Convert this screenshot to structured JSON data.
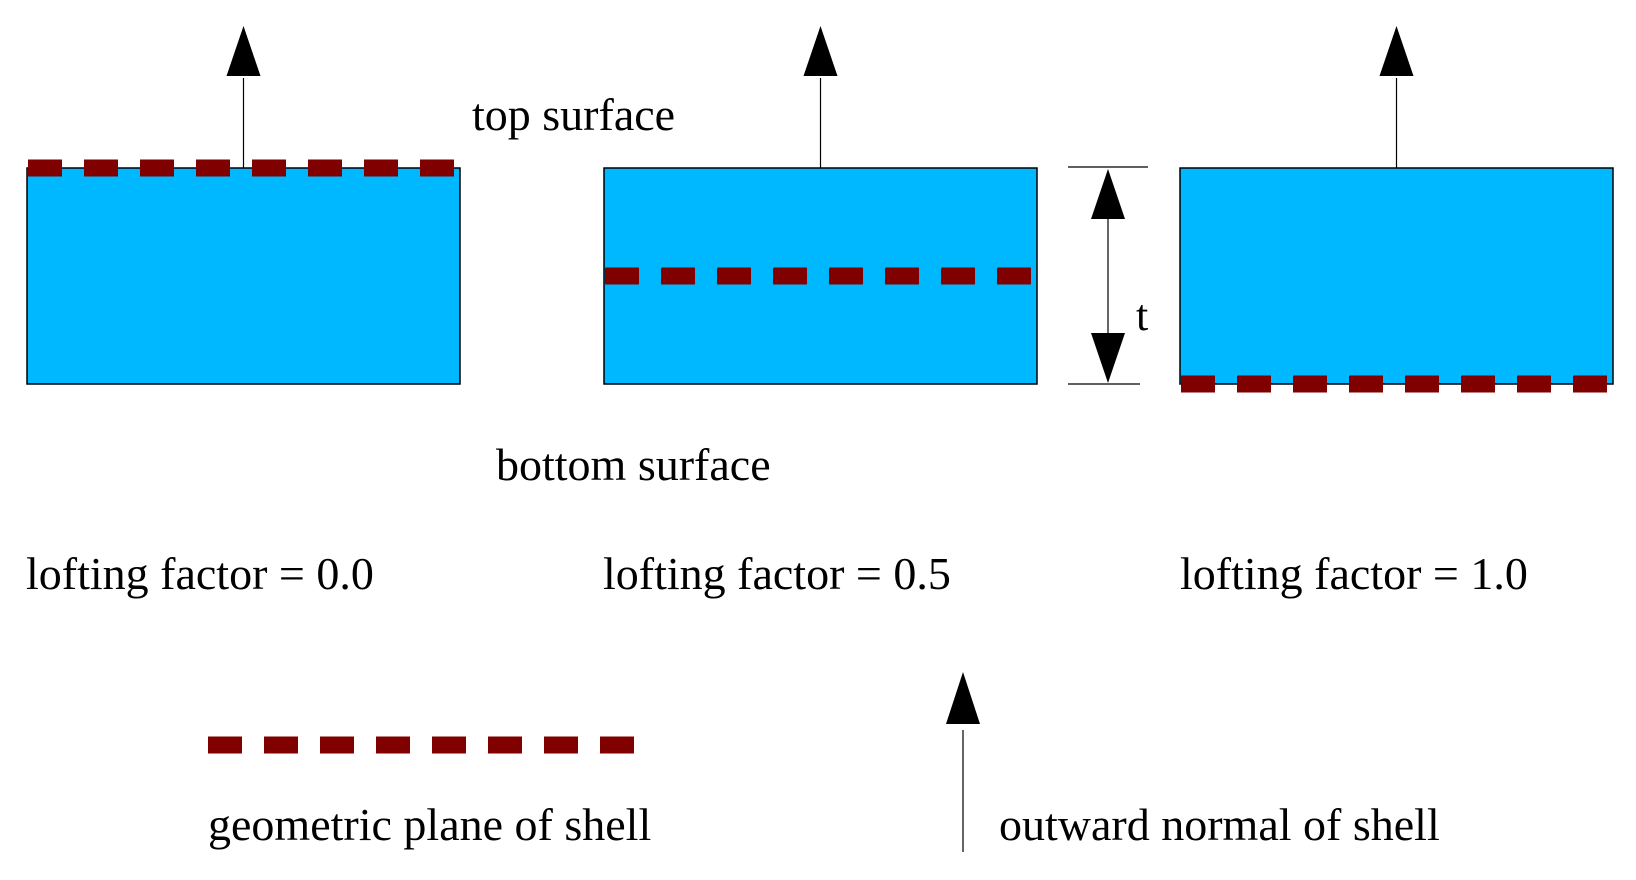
{
  "colors": {
    "shell": "#00b8ff",
    "plane": "#800000",
    "line": "#000000"
  },
  "labels": {
    "top_surface": "top surface",
    "bottom_surface": "bottom surface",
    "thickness": "t"
  },
  "panels": [
    {
      "lofting_label": "lofting factor = 0.0",
      "lofting_factor": 0.0
    },
    {
      "lofting_label": "lofting factor = 0.5",
      "lofting_factor": 0.5
    },
    {
      "lofting_label": "lofting factor = 1.0",
      "lofting_factor": 1.0
    }
  ],
  "legend": {
    "plane_label": "geometric plane of shell",
    "normal_label": "outward normal of shell"
  }
}
